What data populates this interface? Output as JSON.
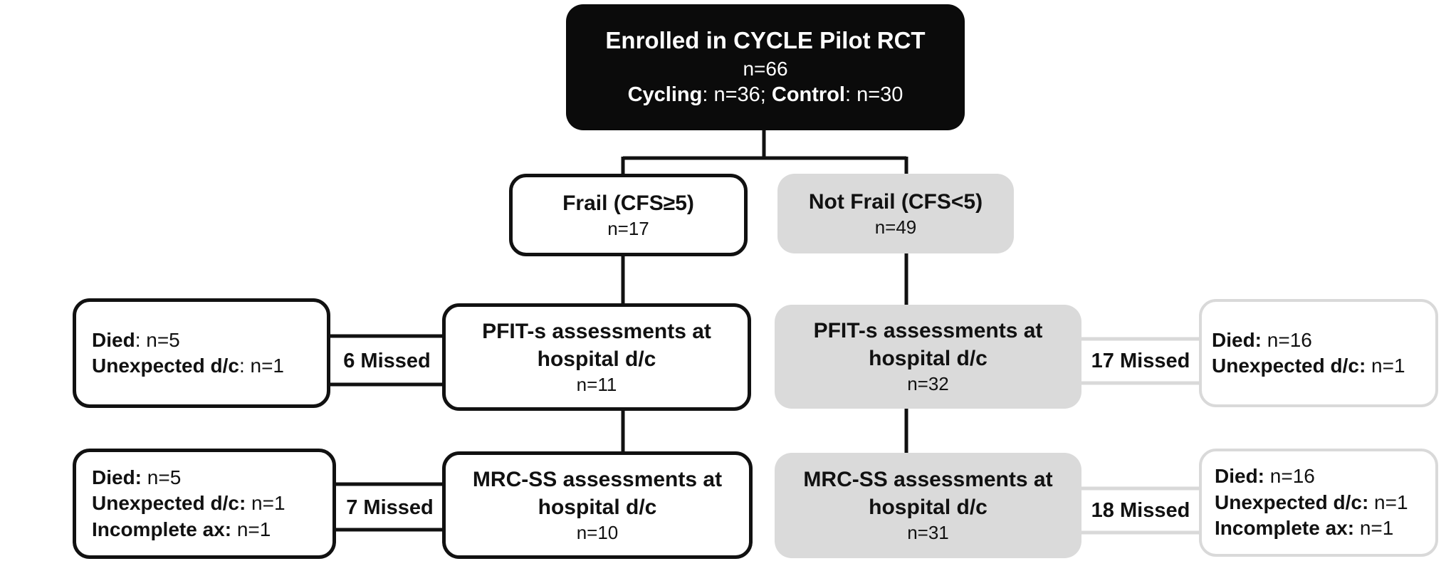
{
  "top": {
    "title": "Enrolled in CYCLE Pilot RCT",
    "n": "n=66",
    "cycling_label": "Cycling",
    "cycling_value": ": n=36; ",
    "control_label": "Control",
    "control_value": ": n=30"
  },
  "frail": {
    "title": "Frail (CFS≥5)",
    "n": "n=17"
  },
  "notfrail": {
    "title": "Not Frail (CFS<5)",
    "n": "n=49"
  },
  "frail_pfit": {
    "title_line1": "PFIT-s assessments at",
    "title_line2": "hospital d/c",
    "n": "n=11"
  },
  "notfrail_pfit": {
    "title_line1": "PFIT-s assessments at",
    "title_line2": "hospital d/c",
    "n": "n=32"
  },
  "frail_mrc": {
    "title_line1": "MRC-SS assessments at",
    "title_line2": "hospital d/c",
    "n": "n=10"
  },
  "notfrail_mrc": {
    "title_line1": "MRC-SS assessments at",
    "title_line2": "hospital d/c",
    "n": "n=31"
  },
  "frail_pfit_missed": "6 Missed",
  "notfrail_pfit_missed": "17 Missed",
  "frail_mrc_missed": "7 Missed",
  "notfrail_mrc_missed": "18 Missed",
  "frail_pfit_reasons": [
    {
      "label": "Died",
      "value": ": n=5"
    },
    {
      "label": "Unexpected d/c",
      "value": ": n=1"
    }
  ],
  "notfrail_pfit_reasons": [
    {
      "label": "Died:",
      "value": " n=16"
    },
    {
      "label": "Unexpected d/c:",
      "value": " n=1"
    }
  ],
  "frail_mrc_reasons": [
    {
      "label": "Died:",
      "value": " n=5"
    },
    {
      "label": "Unexpected d/c:",
      "value": " n=1"
    },
    {
      "label": "Incomplete ax:",
      "value": " n=1"
    }
  ],
  "notfrail_mrc_reasons": [
    {
      "label": "Died:",
      "value": " n=16"
    },
    {
      "label": "Unexpected d/c:",
      "value": " n=1"
    },
    {
      "label": "Incomplete ax:",
      "value": "  n=1"
    }
  ]
}
